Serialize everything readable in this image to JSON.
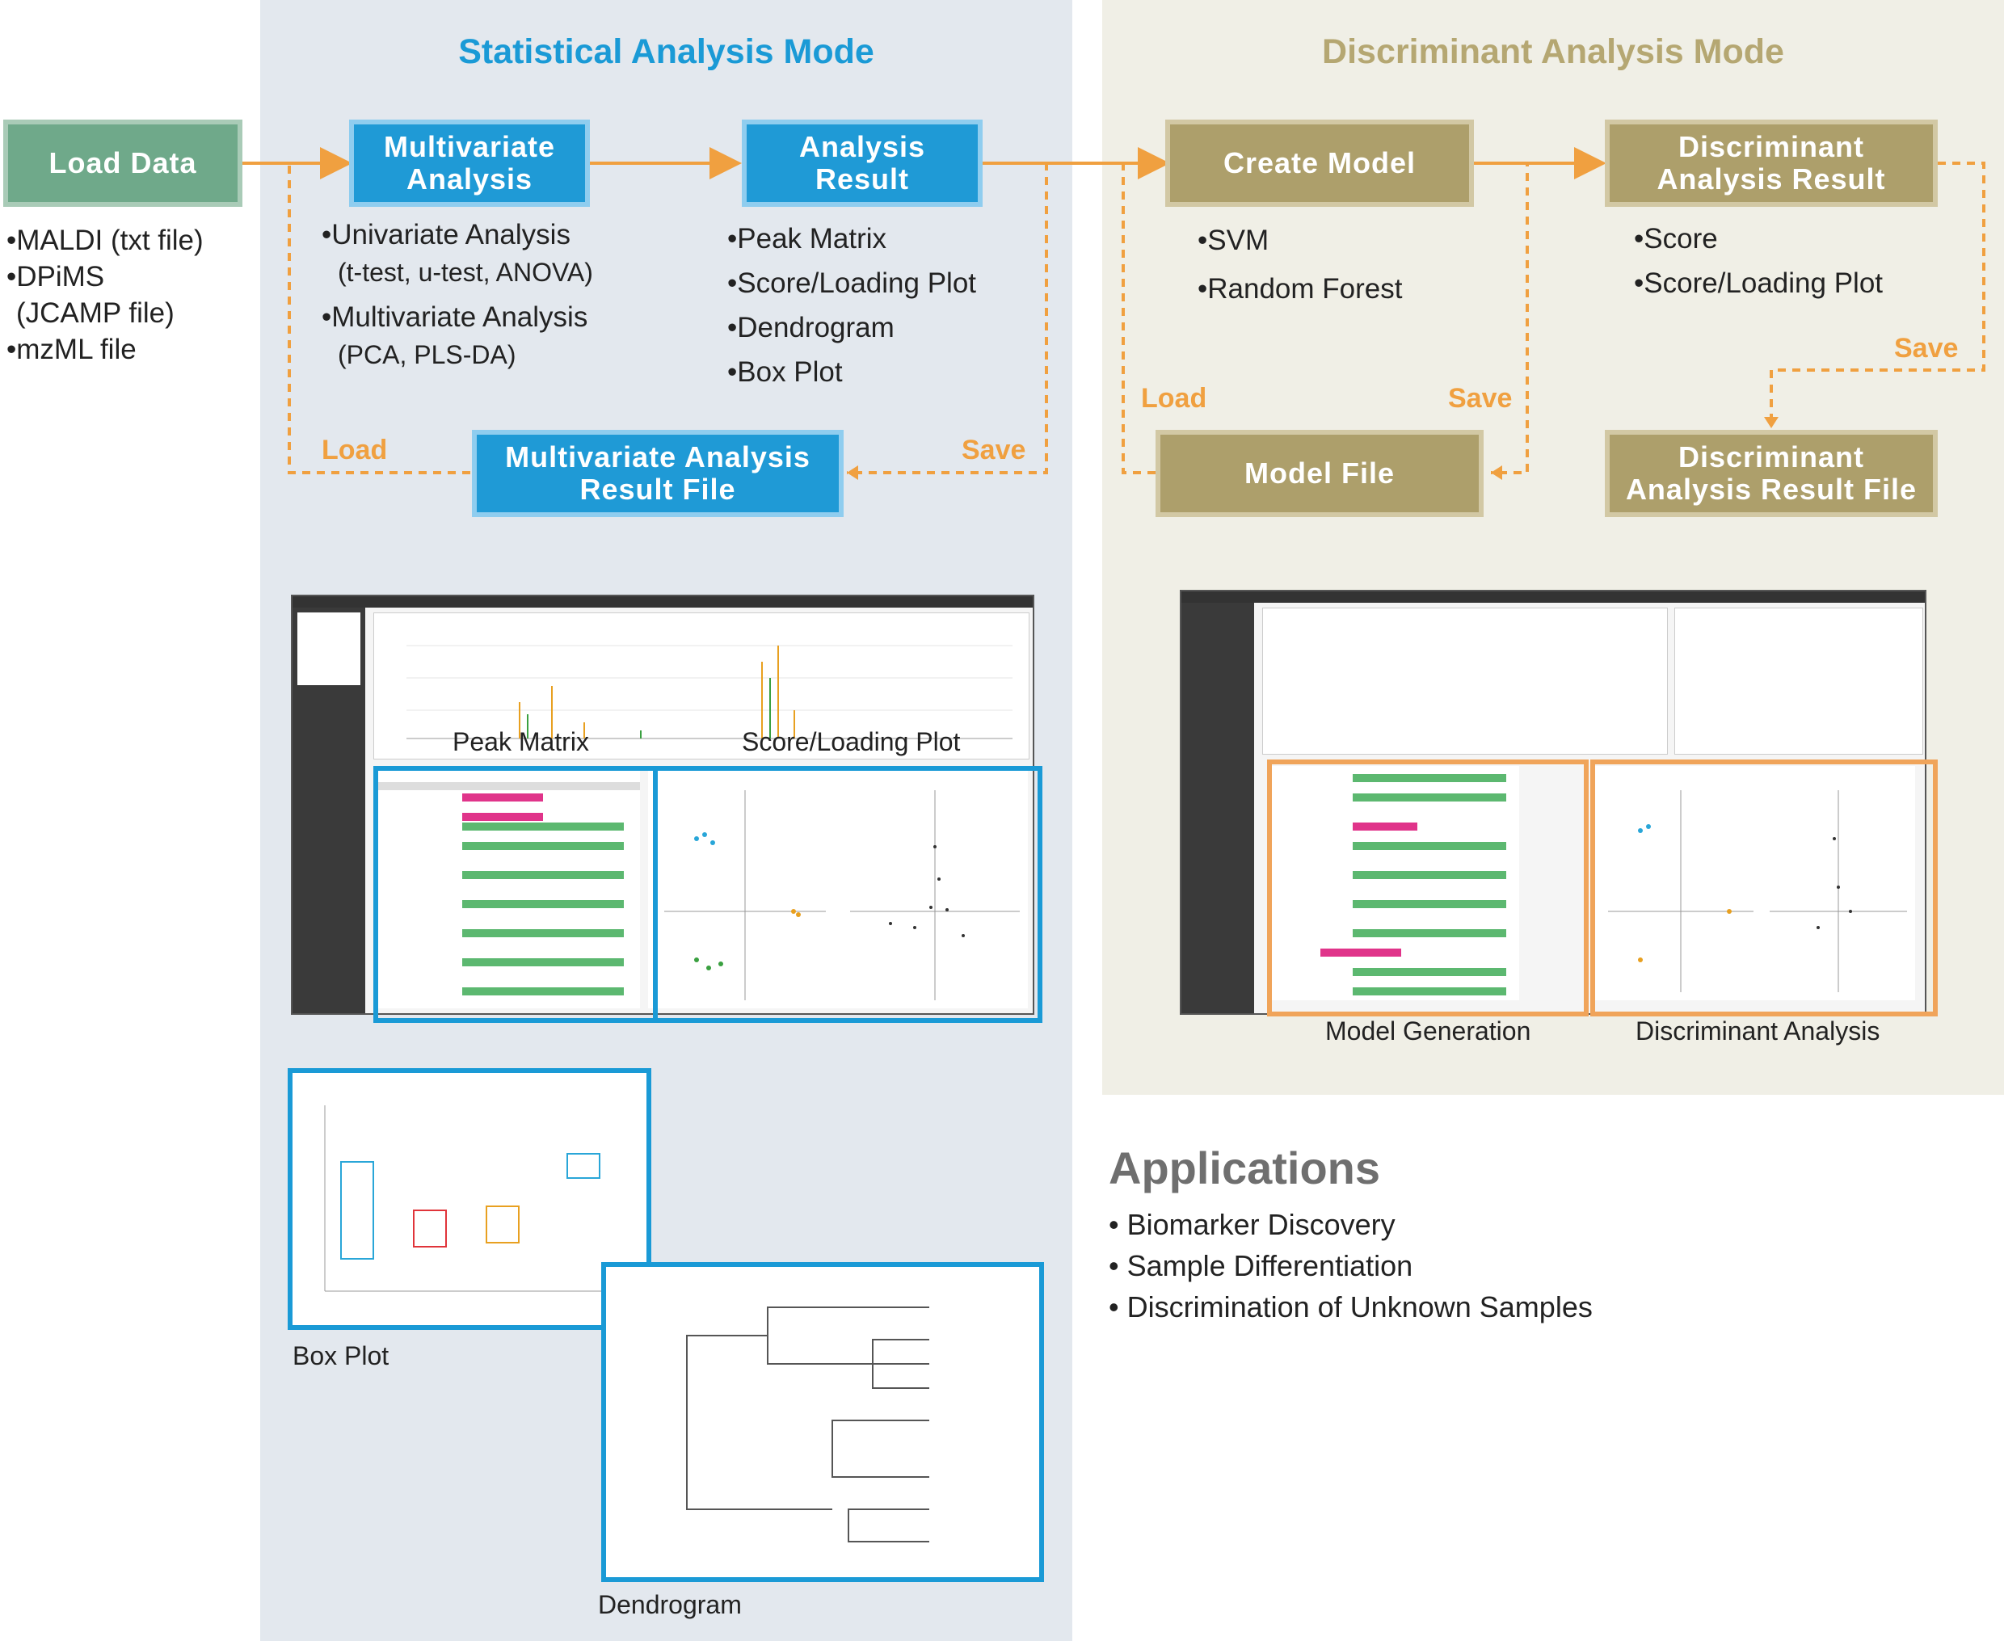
{
  "modes": {
    "statistical": "Statistical Analysis Mode",
    "discriminant": "Discriminant Analysis Mode"
  },
  "boxes": {
    "load_data": "Load Data",
    "multivariate_analysis": "Multivariate Analysis",
    "analysis_result": "Analysis Result",
    "mva_result_file": "Multivariate Analysis Result File",
    "create_model": "Create Model",
    "discriminant_result": "Discriminant Analysis Result",
    "model_file": "Model File",
    "discriminant_result_file": "Discriminant Analysis Result File"
  },
  "load_data_items": [
    "•MALDI (txt file)",
    "•DPiMS",
    "(JCAMP file)",
    "•mzML file"
  ],
  "mva_items": [
    "•Univariate Analysis",
    "(t-test, u-test, ANOVA)",
    "•Multivariate Analysis",
    "(PCA, PLS-DA)"
  ],
  "result_items": [
    "•Peak Matrix",
    "•Score/Loading Plot",
    "•Dendrogram",
    "•Box Plot"
  ],
  "model_items": [
    "•SVM",
    "•Random Forest"
  ],
  "disc_result_items": [
    "•Score",
    "•Score/Loading Plot"
  ],
  "flow_labels": {
    "load_left": "Load",
    "save_left": "Save",
    "load_right": "Load",
    "save_right": "Save",
    "save_far_right": "Save"
  },
  "captions": {
    "peak_matrix": "Peak Matrix",
    "score_loading": "Score/Loading Plot",
    "model_generation": "Model Generation",
    "discriminant_analysis": "Discriminant Analysis",
    "box_plot": "Box Plot",
    "dendrogram": "Dendrogram"
  },
  "applications": {
    "title": "Applications",
    "items": [
      "•  Biomarker Discovery",
      "•  Sample Differentiation",
      "•  Discrimination of Unknown Samples"
    ]
  },
  "colors": {
    "stat_blue": "#1a9ad6",
    "disc_gold": "#ad9f6b",
    "load_green": "#6fa98a",
    "flow_orange": "#f0a040"
  }
}
